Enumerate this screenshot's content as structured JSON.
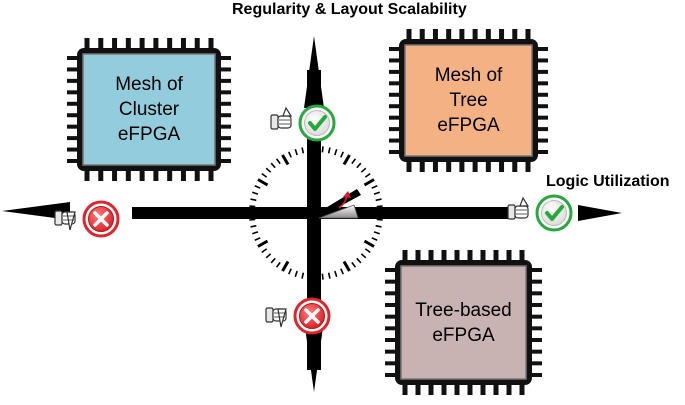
{
  "axes": {
    "y_title": "Regularity & Layout Scalability",
    "x_title": "Logic Utilization"
  },
  "chips": [
    {
      "id": "mesh-of-cluster",
      "lines": [
        "Mesh of",
        "Cluster",
        "eFPGA"
      ],
      "color": "#93cddd"
    },
    {
      "id": "mesh-of-tree",
      "lines": [
        "Mesh of",
        "Tree",
        "eFPGA"
      ],
      "color": "#f4b183"
    },
    {
      "id": "tree-based",
      "lines": [
        "Tree-based",
        "eFPGA"
      ],
      "color": "#c8b2b2"
    }
  ],
  "markers": [
    {
      "position": "top",
      "verdict": "good",
      "icon": "thumbs-up-check-icon"
    },
    {
      "position": "right",
      "verdict": "good",
      "icon": "thumbs-up-check-icon"
    },
    {
      "position": "left",
      "verdict": "bad",
      "icon": "thumbs-down-cross-icon"
    },
    {
      "position": "bottom",
      "verdict": "bad",
      "icon": "thumbs-down-cross-icon"
    }
  ],
  "colors": {
    "check": "#27a83a",
    "cross": "#e0242b",
    "pin": "#111111",
    "axis": "#000000"
  }
}
